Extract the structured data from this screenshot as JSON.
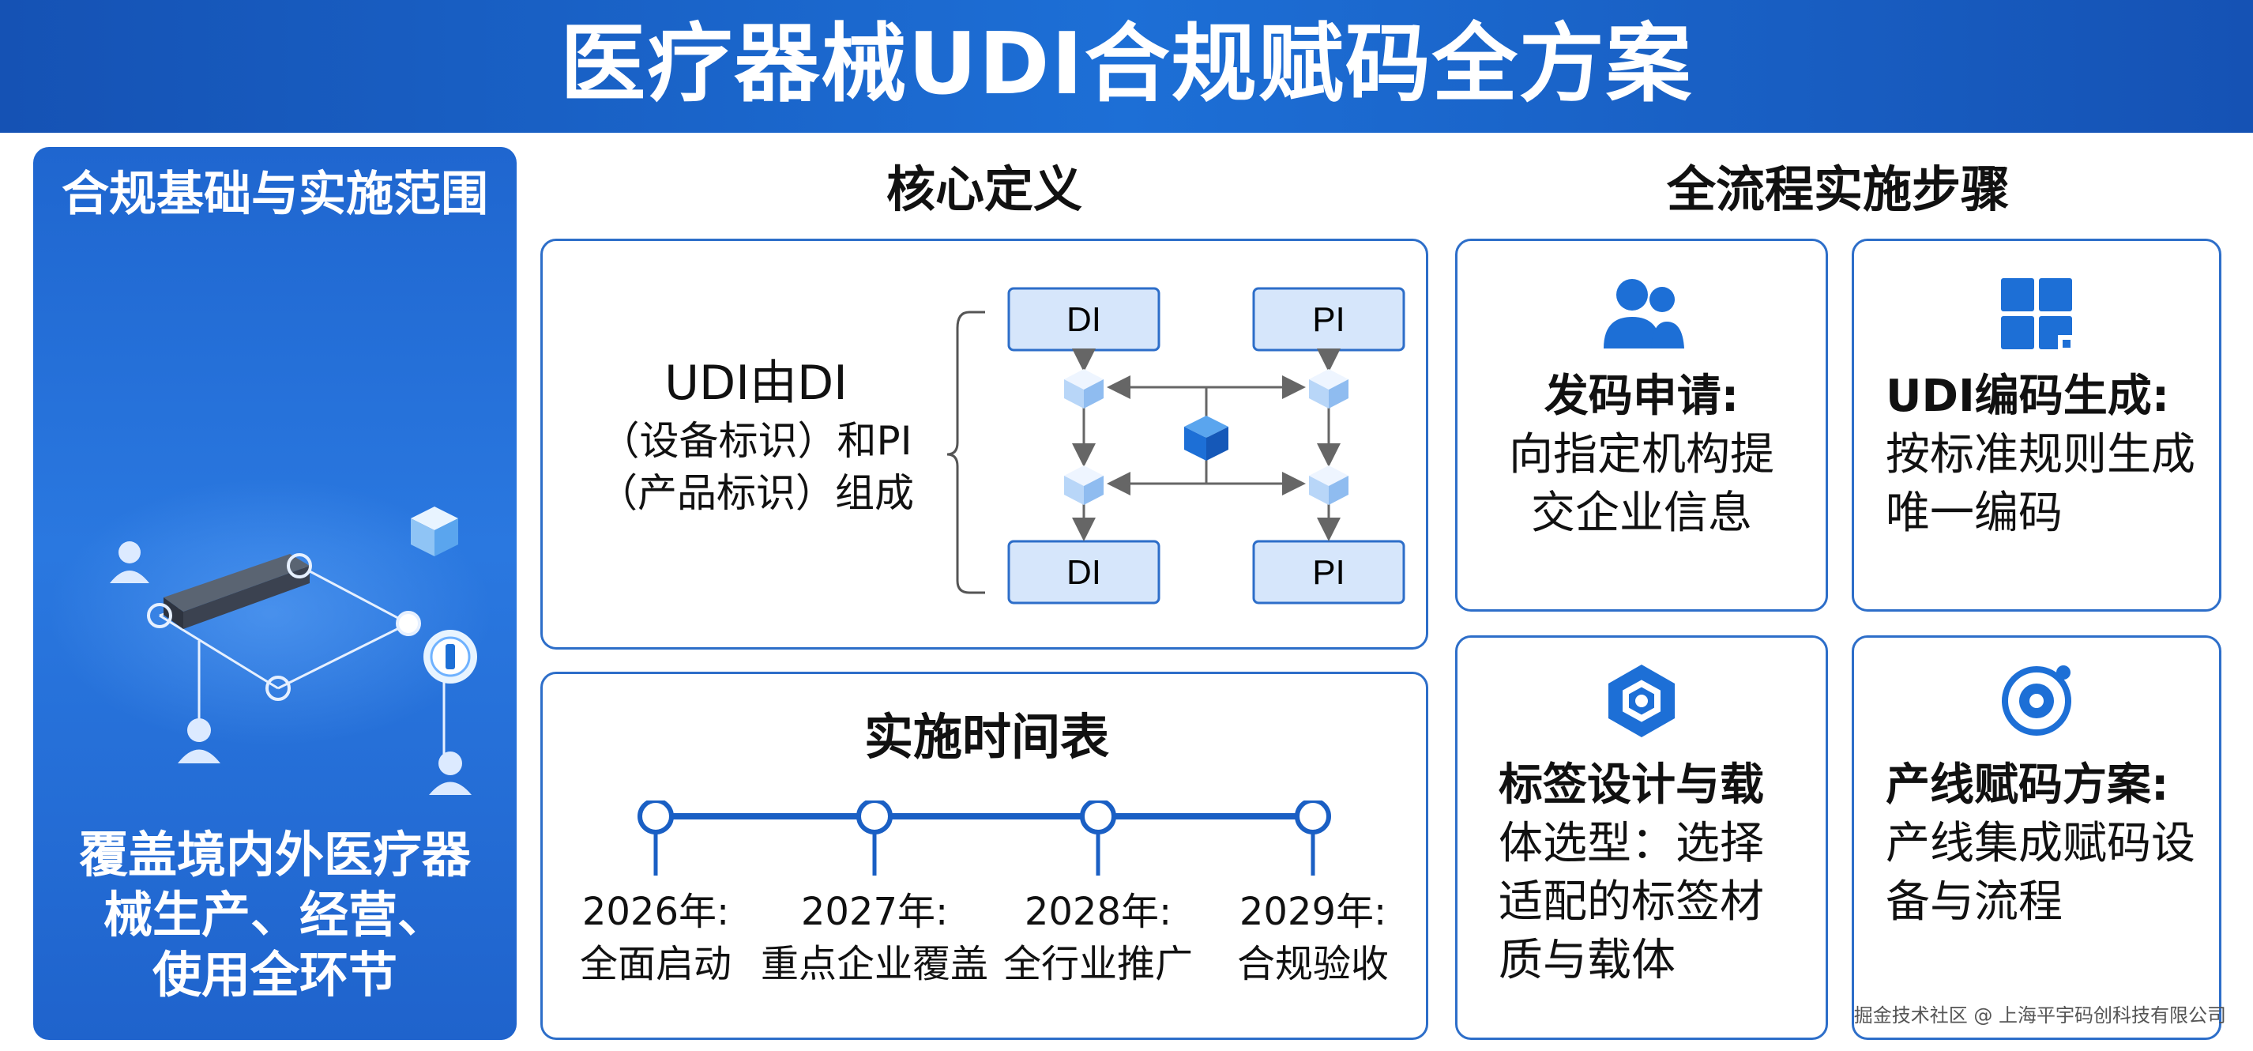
{
  "header": {
    "title": "医疗器械UDI合规赋码全方案"
  },
  "left_panel": {
    "title": "合规基础与实施范围",
    "description_lines": [
      "覆盖境内外医疗器",
      "械生产、经营、",
      "使用全环节"
    ]
  },
  "core_definition": {
    "title": "核心定义",
    "lines": [
      "UDI由DI",
      "（设备标识）和PI",
      "（产品标识）组成"
    ],
    "boxes": [
      "DI",
      "PI",
      "DI",
      "PI"
    ]
  },
  "timeline": {
    "title": "实施时间表",
    "items": [
      {
        "year": "2026年:",
        "label": "全面启动"
      },
      {
        "year": "2027年:",
        "label": "重点企业覆盖"
      },
      {
        "year": "2028年:",
        "label": "全行业推广"
      },
      {
        "year": "2029年:",
        "label": "合规验收"
      }
    ]
  },
  "steps_section": {
    "title": "全流程实施步骤",
    "steps": [
      {
        "icon": "users-icon",
        "head": "发码申请:",
        "lines": [
          "向指定机构提",
          "交企业信息"
        ]
      },
      {
        "icon": "grid-icon",
        "head": "UDI编码生成:",
        "lines": [
          "按标准规则生成",
          "唯一编码"
        ]
      },
      {
        "icon": "hexagon-icon",
        "head": "标签设计与载",
        "lines": [
          "体选型：选择",
          "适配的标签材",
          "质与载体"
        ]
      },
      {
        "icon": "target-icon",
        "head": "产线赋码方案:",
        "lines": [
          "产线集成赋码设",
          "备与流程"
        ]
      }
    ]
  },
  "watermark": "掘金技术社区 @ 上海平宇码创科技有限公司",
  "colors": {
    "primary": "#1d6fd6",
    "card_border": "#2d6ec9",
    "box_fill": "#d6e6fb",
    "accent": "#1a5fc4"
  }
}
